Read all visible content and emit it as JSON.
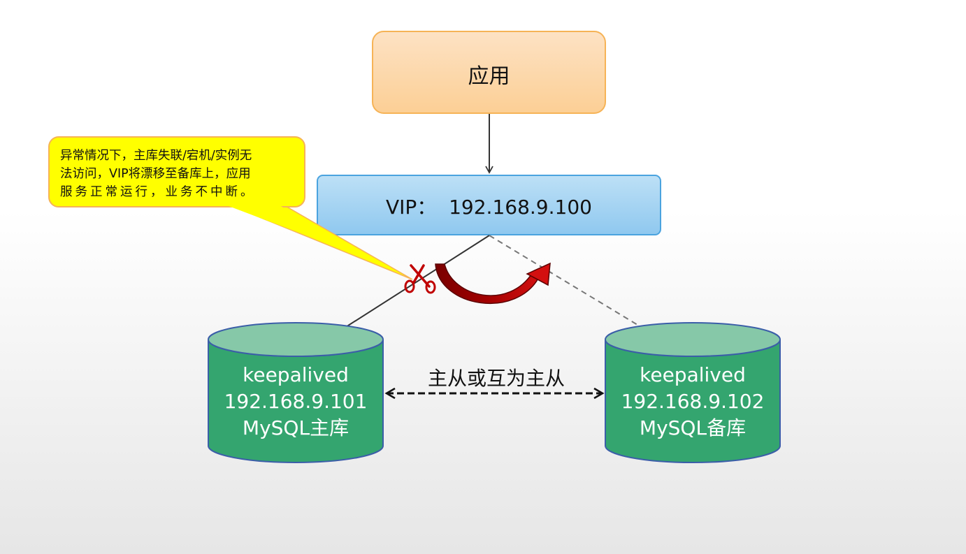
{
  "app": {
    "label": "应用"
  },
  "vip": {
    "label": "VIP：  192.168.9.100"
  },
  "db_primary": {
    "lines": [
      "keepalived",
      "192.168.9.101",
      "MySQL主库"
    ]
  },
  "db_standby": {
    "lines": [
      "keepalived",
      "192.168.9.102",
      "MySQL备库"
    ]
  },
  "replication": {
    "label": "主从或互为主从"
  },
  "callout": {
    "lines": [
      "异常情况下，主库失联/宕机/实例无",
      "法访问，VIP将漂移至备库上，应用",
      "服务正常运行，业务不中断。"
    ]
  },
  "icons": {
    "scissors": "scissors-icon",
    "failover_arrow": "curved-arrow-icon"
  },
  "colors": {
    "app_fill_top": "#fde2c4",
    "app_fill_bottom": "#fccf95",
    "app_border": "#f6b356",
    "vip_fill_top": "#bde0f6",
    "vip_fill_bottom": "#8fc8ef",
    "vip_border": "#4aa3df",
    "db_body": "#34a56f",
    "db_top": "#86c8a8",
    "db_border": "#3b5ea8",
    "callout_fill": "#ffff00",
    "callout_border": "#f6b356",
    "scissors": "#c00000",
    "arrow_dark": "#8b0000",
    "arrow_light": "#c00000"
  }
}
